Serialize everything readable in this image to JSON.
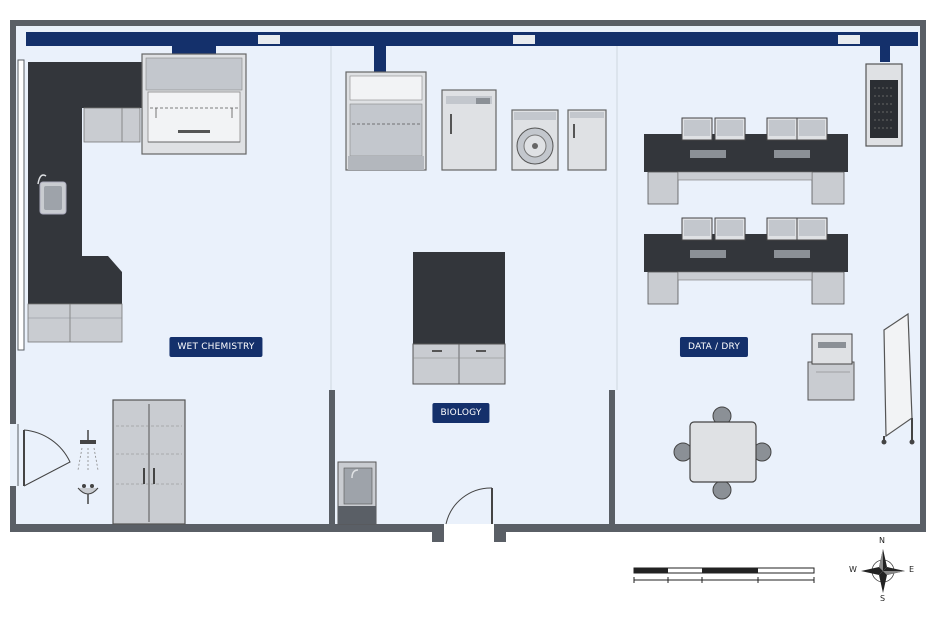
{
  "zones": {
    "wet_chemistry": "WET CHEMISTRY",
    "biology": "BIOLOGY",
    "data_dry": "DATA / DRY"
  },
  "compass": {
    "n": "N",
    "s": "S",
    "e": "E",
    "w": "W"
  },
  "colors": {
    "floor": "#eaf1fb",
    "wall": "#5a5f66",
    "navy": "#14306b",
    "counter": "#33363b",
    "cabinet": "#c9ccd1",
    "appliance": "#dfe1e4"
  },
  "icons": [
    "fume-hood-icon",
    "biosafety-cabinet-icon",
    "refrigerator-icon",
    "washer-icon",
    "sink-icon",
    "emergency-shower-icon",
    "eyewash-icon",
    "computer-monitor-icon",
    "printer-icon",
    "whiteboard-icon",
    "compass-rose-icon",
    "scale-bar-icon"
  ]
}
